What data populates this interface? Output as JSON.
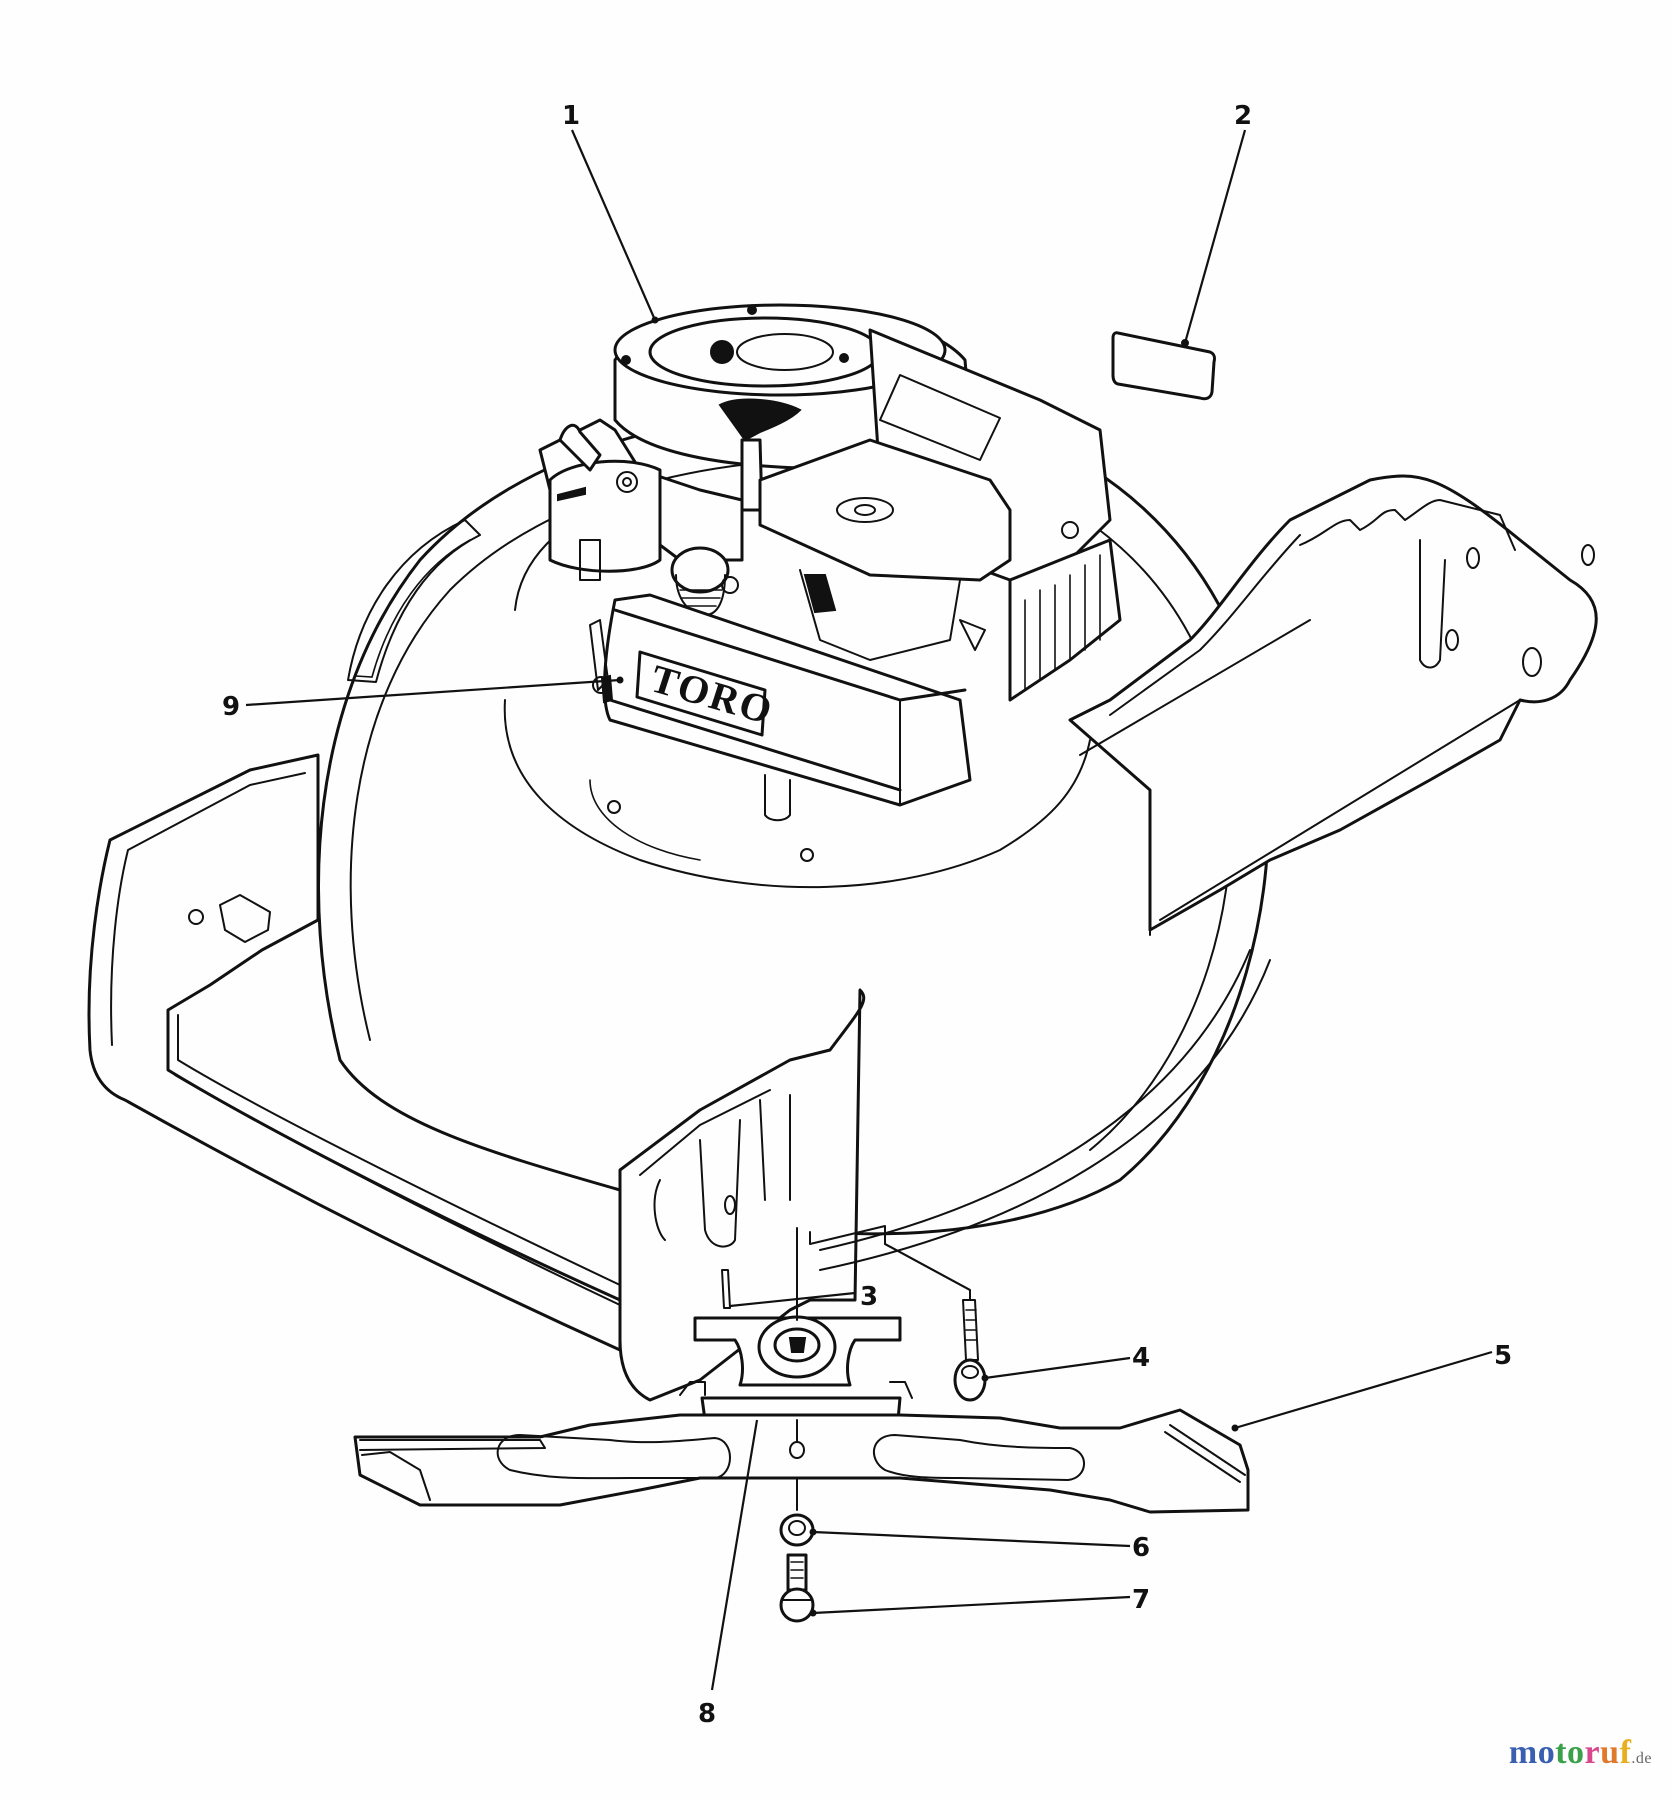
{
  "diagram": {
    "title": "Toro lawn mower engine, deck and blade parts diagram",
    "engine_logo": "TORO",
    "callouts": [
      {
        "number": "1",
        "part": "engine"
      },
      {
        "number": "2",
        "part": "decal"
      },
      {
        "number": "3",
        "part": "key"
      },
      {
        "number": "4",
        "part": "bolt"
      },
      {
        "number": "5",
        "part": "blade"
      },
      {
        "number": "6",
        "part": "washer"
      },
      {
        "number": "7",
        "part": "blade-bolt"
      },
      {
        "number": "8",
        "part": "blade-adapter"
      },
      {
        "number": "9",
        "part": "decal-logo"
      }
    ]
  },
  "watermark": {
    "letters": [
      {
        "ch": "m",
        "color": "#3a5fb0"
      },
      {
        "ch": "o",
        "color": "#3a5fb0"
      },
      {
        "ch": "t",
        "color": "#3aa04a"
      },
      {
        "ch": "o",
        "color": "#3aa04a"
      },
      {
        "ch": "r",
        "color": "#d9478f"
      },
      {
        "ch": "u",
        "color": "#e07a2a"
      },
      {
        "ch": "f",
        "color": "#e8b020"
      }
    ],
    "suffix": ".de"
  }
}
